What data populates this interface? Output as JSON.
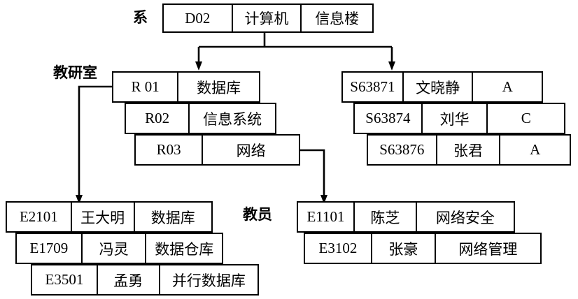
{
  "diagram": {
    "type": "hierarchical-record-diagram",
    "background": "#ffffff",
    "line_color": "#000000",
    "labels": {
      "department": "系",
      "research_room": "教研室",
      "teacher": "教员"
    },
    "department_record": {
      "name": "department-record",
      "cells": [
        "D02",
        "计算机",
        "信息楼"
      ]
    },
    "research_rooms": [
      {
        "name": "research-room-r01",
        "cells": [
          "R 01",
          "数据库"
        ]
      },
      {
        "name": "research-room-r02",
        "cells": [
          "R02",
          "信息系统"
        ]
      },
      {
        "name": "research-room-r03",
        "cells": [
          "R03",
          "网络"
        ]
      }
    ],
    "students": [
      {
        "name": "student-s63871",
        "cells": [
          "S63871",
          "文晓静",
          "A"
        ]
      },
      {
        "name": "student-s63874",
        "cells": [
          "S63874",
          "刘华",
          "C"
        ]
      },
      {
        "name": "student-s63876",
        "cells": [
          "S63876",
          "张君",
          "A"
        ]
      }
    ],
    "teachers_left": [
      {
        "name": "teacher-e2101",
        "cells": [
          "E2101",
          "王大明",
          "数据库"
        ]
      },
      {
        "name": "teacher-e1709",
        "cells": [
          "E1709",
          "冯灵",
          "数据仓库"
        ]
      },
      {
        "name": "teacher-e3501",
        "cells": [
          "E3501",
          "孟勇",
          "并行数据库"
        ]
      }
    ],
    "teachers_right": [
      {
        "name": "teacher-e1101",
        "cells": [
          "E1101",
          "陈芝",
          "网络安全"
        ]
      },
      {
        "name": "teacher-e3102",
        "cells": [
          "E3102",
          "张豪",
          "网络管理"
        ]
      }
    ]
  }
}
